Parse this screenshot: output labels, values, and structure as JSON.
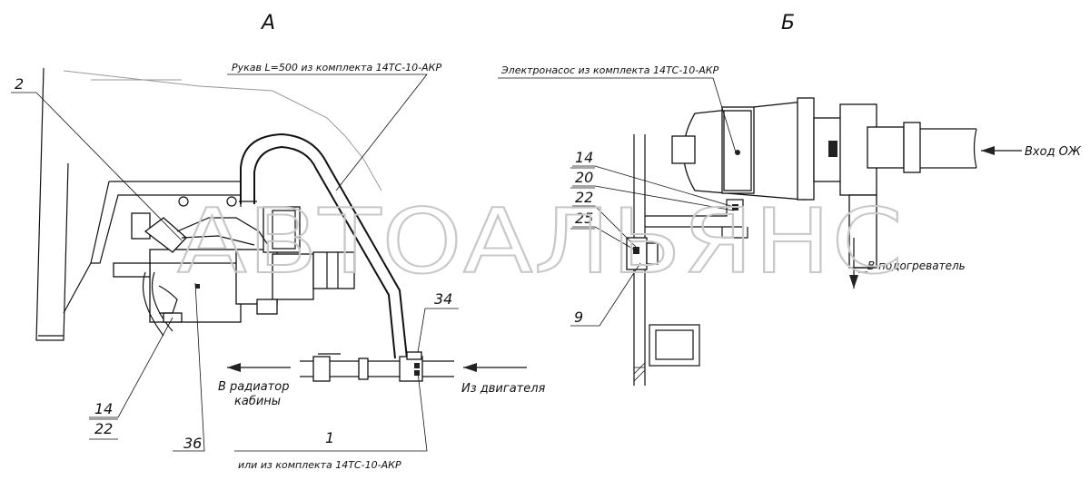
{
  "views": {
    "a": "А",
    "b": "Б"
  },
  "labels": {
    "hose": "Рукав L=500 из комплекта 14ТС-10-АКР",
    "pump": "Электронасос из комплекта 14ТС-10-АКР",
    "to_radiator_1": "В радиатор",
    "to_radiator_2": "кабины",
    "from_engine": "Из двигателя",
    "alt_kit": "или из комплекта 14ТС-10-АКР",
    "coolant_in": "Вход ОЖ",
    "to_heater": "В подогреватель"
  },
  "positions": {
    "p2": "2",
    "p14a": "14",
    "p22a": "22",
    "p36": "36",
    "p1": "1",
    "p34": "34",
    "p14b": "14",
    "p20": "20",
    "p22b": "22",
    "p25": "25",
    "p9": "9"
  },
  "watermark": "АВТОАЛЬЯНС",
  "colors": {
    "line": "#111111",
    "watermark": "#c8c8c8",
    "background": "#ffffff"
  }
}
